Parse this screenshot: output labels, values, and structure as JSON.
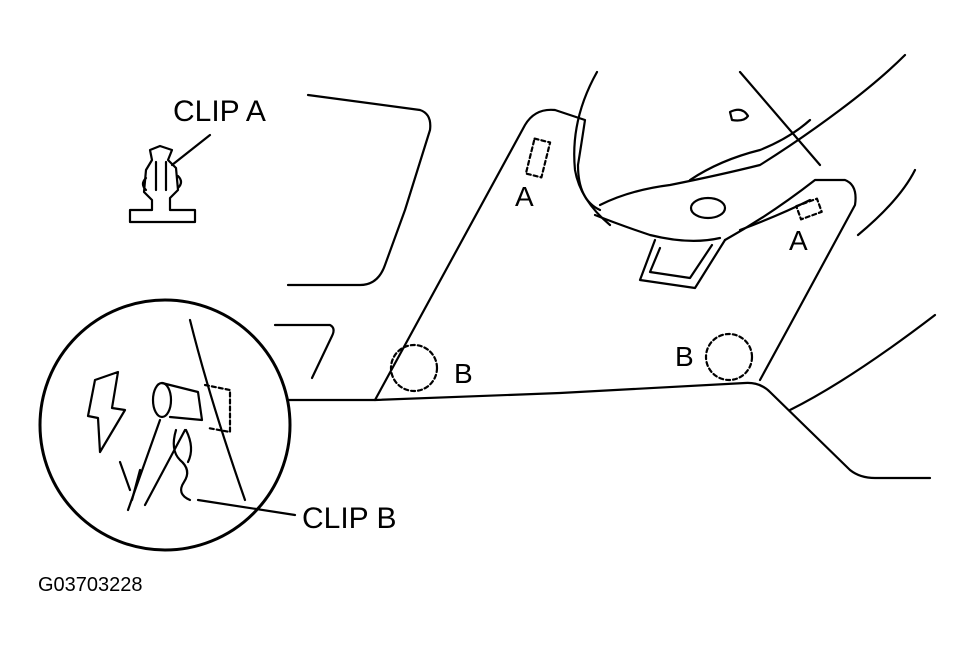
{
  "callouts": {
    "clip_a": "CLIP A",
    "clip_b": "CLIP B"
  },
  "markers": {
    "a_left": "A",
    "a_right": "A",
    "b_left": "B",
    "b_right": "B"
  },
  "figure_id": "G03703228",
  "colors": {
    "ink": "#000000",
    "paper": "#ffffff"
  }
}
